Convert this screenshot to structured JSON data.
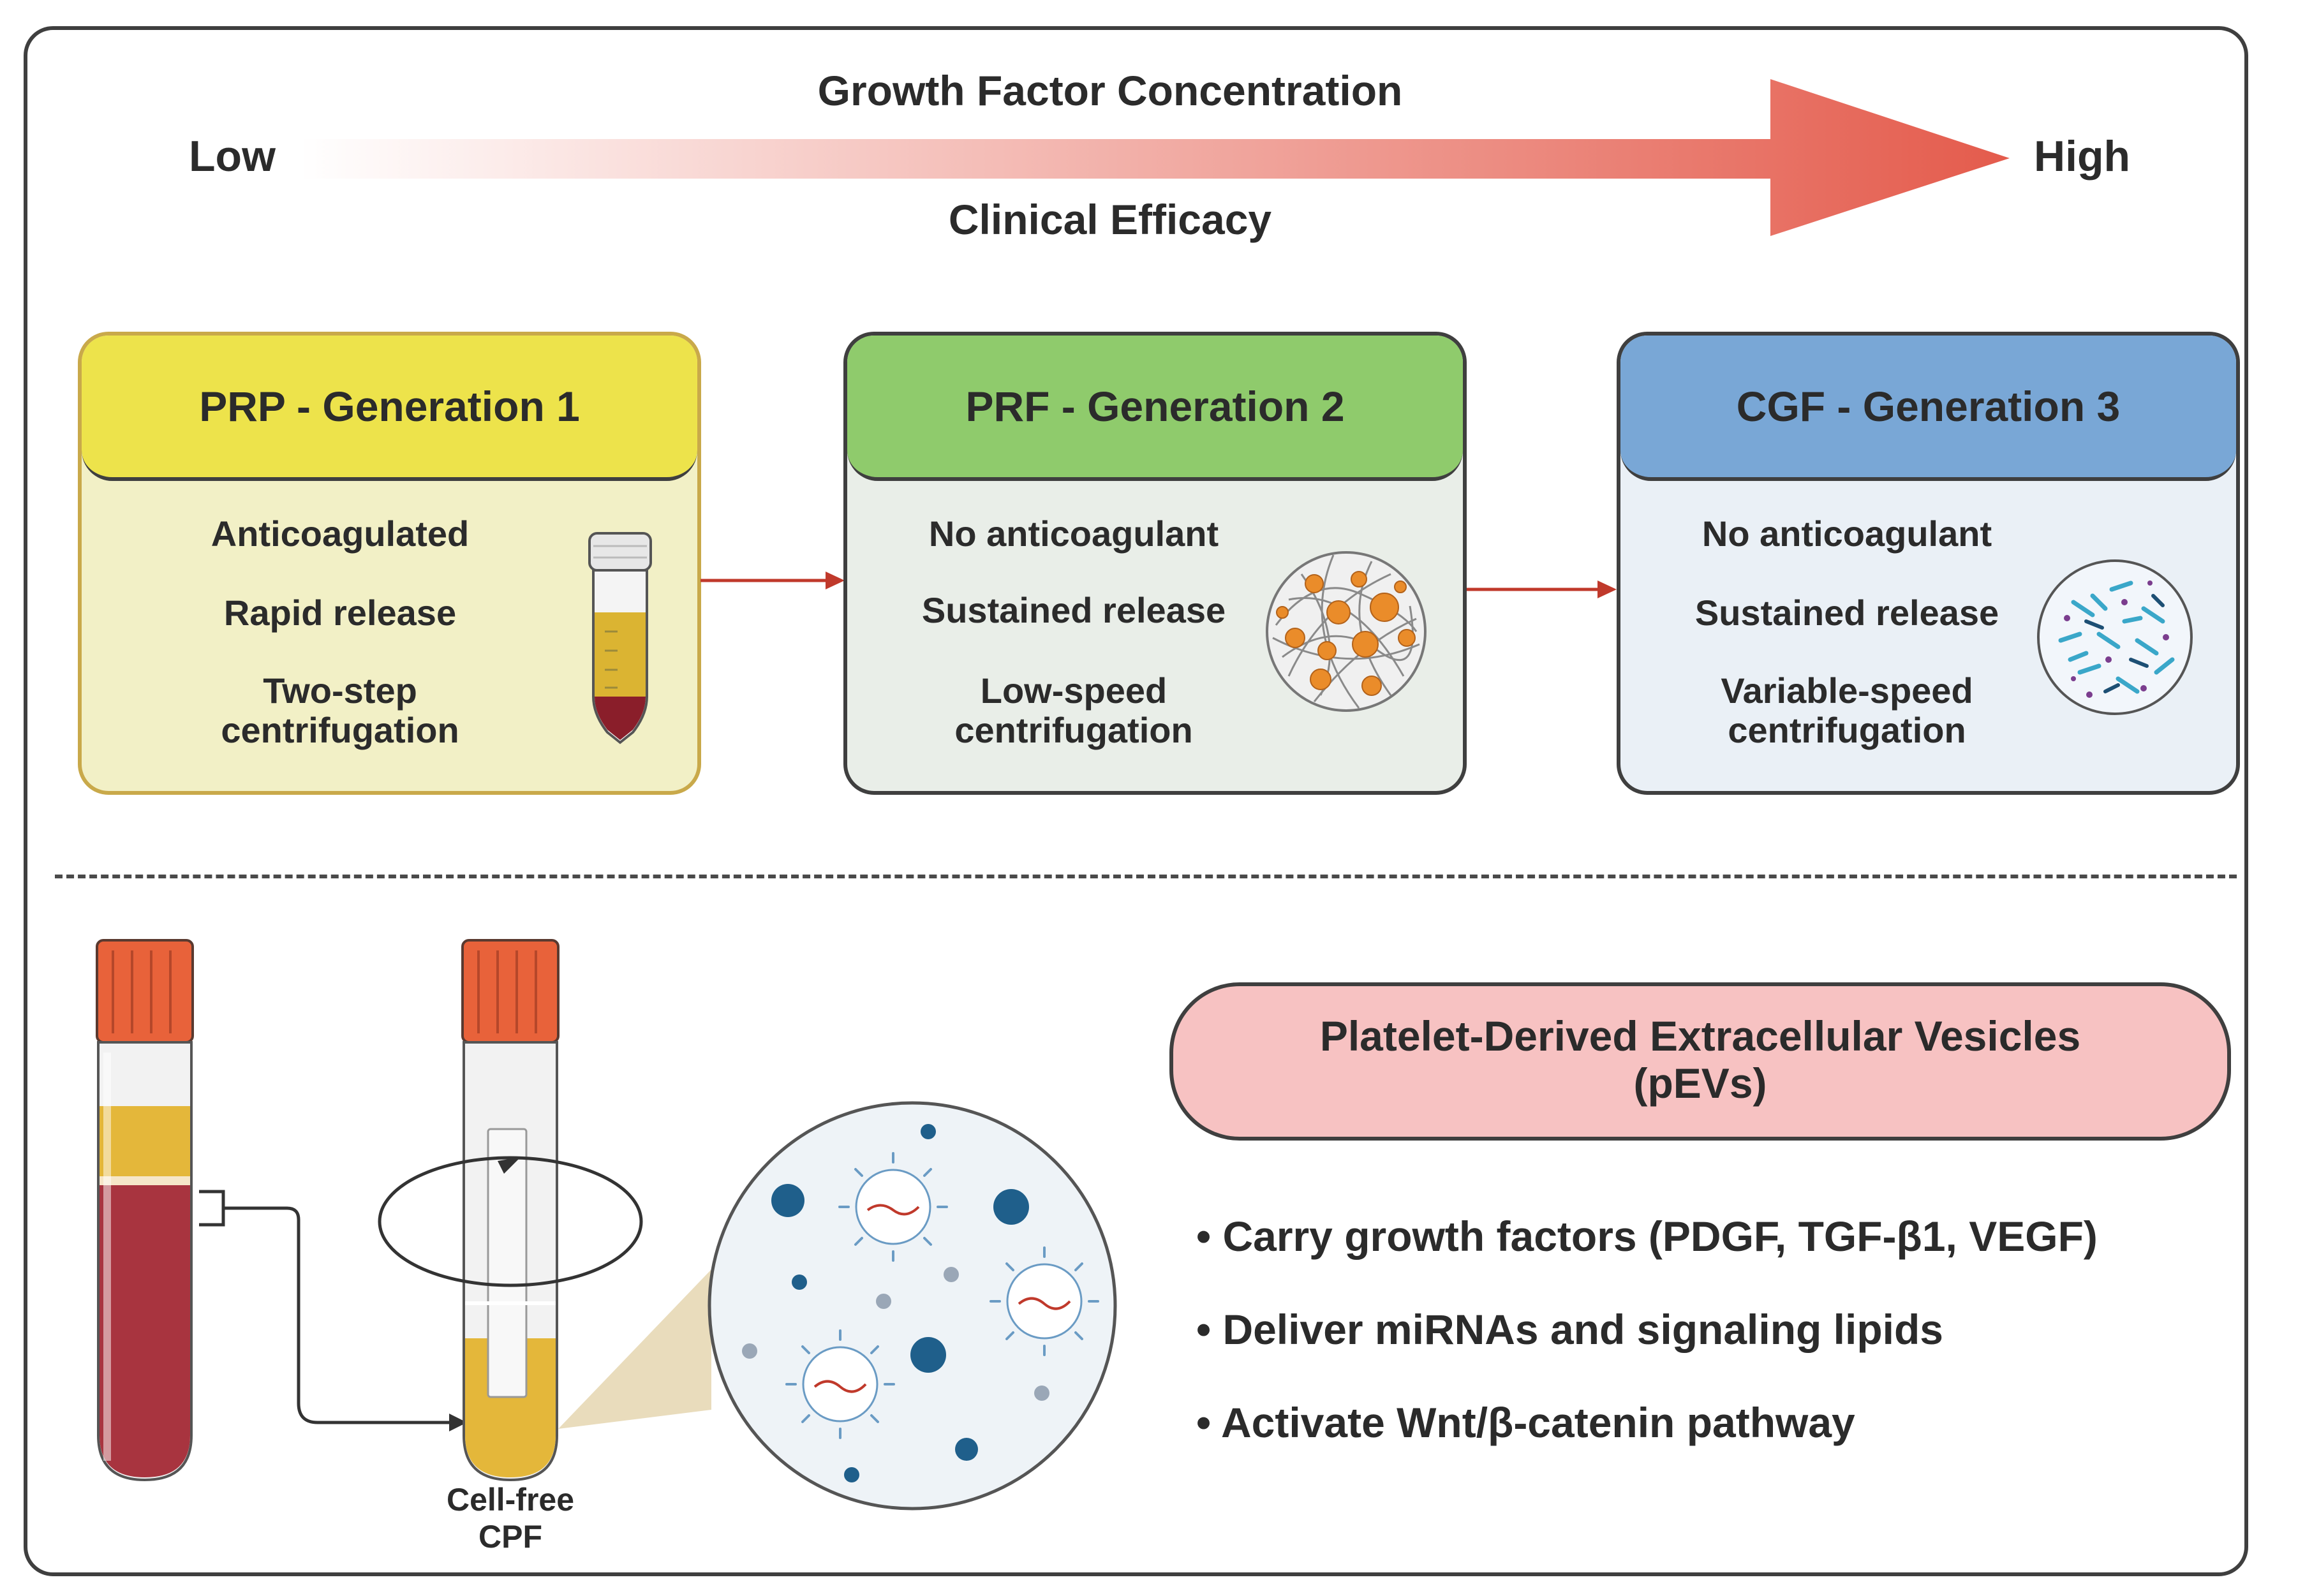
{
  "scale": {
    "top_label": "Growth Factor Concentration",
    "bottom_label": "Clinical Efficacy",
    "low_label": "Low",
    "high_label": "High"
  },
  "generations": [
    {
      "title": "PRP - Generation 1",
      "lines": [
        "Anticoagulated",
        "Rapid release",
        "Two-step",
        "centrifugation"
      ],
      "header_color": "#ede34b",
      "body_color": "#f2f0c6"
    },
    {
      "title": "PRF - Generation 2",
      "lines": [
        "No anticoagulant",
        "Sustained release",
        "Low-speed",
        "centrifugation"
      ],
      "header_color": "#8fcb6c",
      "body_color": "#e9eee8"
    },
    {
      "title": "CGF - Generation 3",
      "lines": [
        "No anticoagulant",
        "Sustained release",
        "Variable-speed",
        "centrifugation"
      ],
      "header_color": "#79a7d6",
      "body_color": "#eaf0f6"
    }
  ],
  "tube_label": {
    "line1": "Cell-free",
    "line2": "CPF"
  },
  "pev": {
    "title_line1": "Platelet-Derived Extracellular Vesicles",
    "title_line2": "(pEVs)",
    "box_color": "#f7c2c2",
    "bullets": [
      "• Carry growth factors (PDGF, TGF-β1, VEGF)",
      "• Deliver miRNAs and signaling lipids",
      "• Activate Wnt/β-catenin pathway"
    ]
  },
  "colors": {
    "arrow_red": "#e45b4c",
    "connector_red": "#c0392b",
    "tube_cap": "#e8623a",
    "blood": "#a8343f",
    "plasma": "#e4b73a"
  }
}
